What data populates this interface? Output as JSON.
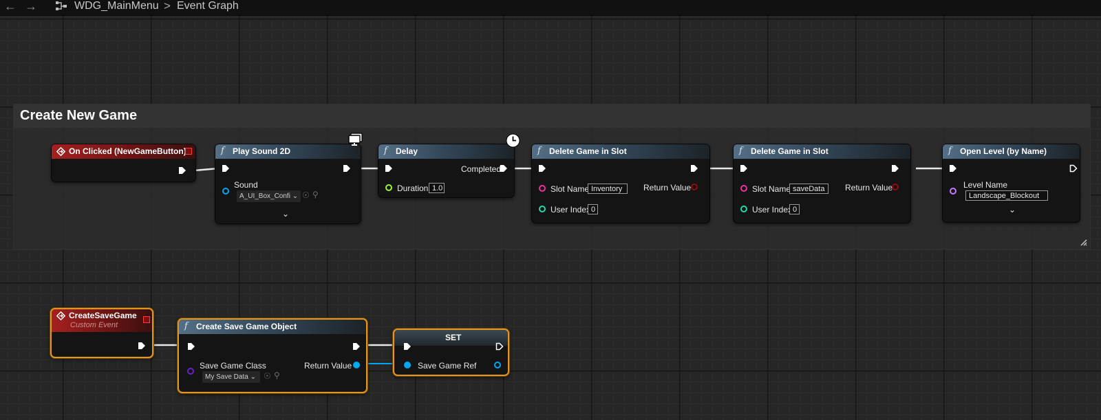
{
  "toolbar": {
    "back_icon": "arrow-left-icon",
    "forward_icon": "arrow-right-icon",
    "blueprint_icon": "blueprint-graph-icon",
    "breadcrumb": [
      "WDG_MainMenu",
      "Event Graph"
    ],
    "separator": ">"
  },
  "comment": {
    "title": "Create New Game"
  },
  "nodes": {
    "on_clicked": {
      "title": "On Clicked (NewGameButton)"
    },
    "play_sound": {
      "title": "Play Sound 2D",
      "sound_label": "Sound",
      "sound_value": "A_UI_Box_Confi",
      "badge_icon": "monitor-icon"
    },
    "delay": {
      "title": "Delay",
      "completed_label": "Completed",
      "duration_label": "Duration",
      "duration_value": "1.0",
      "badge_icon": "clock-icon"
    },
    "delete1": {
      "title": "Delete Game in Slot",
      "slot_label": "Slot Name",
      "slot_value": "Inventory",
      "return_label": "Return Value",
      "index_label": "User Index",
      "index_value": "0"
    },
    "delete2": {
      "title": "Delete Game in Slot",
      "slot_label": "Slot Name",
      "slot_value": "saveData",
      "return_label": "Return Value",
      "index_label": "User Index",
      "index_value": "0"
    },
    "open_level": {
      "title": "Open Level (by Name)",
      "level_label": "Level Name",
      "level_value": "Landscape_Blockout"
    },
    "create_event": {
      "title": "CreateSaveGame",
      "subtitle": "Custom Event"
    },
    "create_obj": {
      "title": "Create Save Game Object",
      "class_label": "Save Game Class",
      "class_value": "My Save Data",
      "return_label": "Return Value"
    },
    "set": {
      "title": "SET",
      "ref_label": "Save Game Ref"
    }
  },
  "colors": {
    "exec": "#ffffff",
    "string_pin": "#f0309e",
    "int_pin": "#1fdcac",
    "float_pin": "#9cf73c",
    "bool_pin": "#960a0a",
    "object_pin": "#00a8f4",
    "class_pin": "#6b20c8",
    "name_pin": "#c87bff",
    "selection": "#e3961f",
    "event_header": "#a52020",
    "function_header": "#546f86"
  }
}
